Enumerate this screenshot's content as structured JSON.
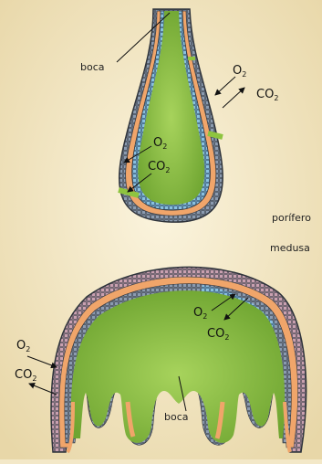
{
  "colors": {
    "background": "#f3e8c8",
    "cavity": "#8ec43f",
    "outer_layer": "#f0a56a",
    "cell_layer": "#7d8fa3",
    "cell_layer_blue": "#7fb5d6",
    "outline": "#3a3f48"
  },
  "sponge": {
    "mouth_label": "boca",
    "outer_o2": {
      "symbol": "O",
      "subscript": "2"
    },
    "outer_co2": {
      "symbol": "CO",
      "subscript": "2"
    },
    "inner_o2": {
      "symbol": "O",
      "subscript": "2"
    },
    "inner_co2": {
      "symbol": "CO",
      "subscript": "2"
    }
  },
  "legend": {
    "porifero": "porífero",
    "medusa": "medusa"
  },
  "jellyfish": {
    "mouth_label": "boca",
    "inner_o2": {
      "symbol": "O",
      "subscript": "2"
    },
    "inner_co2": {
      "symbol": "CO",
      "subscript": "2"
    },
    "outer_o2": {
      "symbol": "O",
      "subscript": "2"
    },
    "outer_co2": {
      "symbol": "CO",
      "subscript": "2"
    }
  }
}
